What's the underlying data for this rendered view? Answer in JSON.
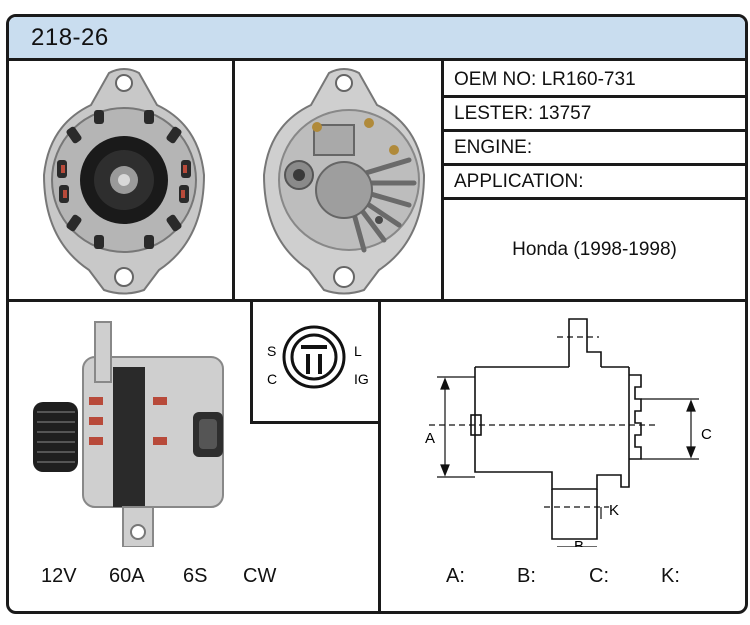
{
  "header": {
    "part_number": "218-26"
  },
  "info": {
    "oem": "OEM NO: LR160-731",
    "lester": "LESTER: 13757",
    "engine": "ENGINE:",
    "application": "APPLICATION:",
    "application_value": "Honda (1998-1998)"
  },
  "specs": {
    "voltage": "12V",
    "amperage": "60A",
    "pulley": "6S",
    "rotation": "CW"
  },
  "connector": {
    "s": "S",
    "l": "L",
    "c": "C",
    "ig": "IG"
  },
  "drawing": {
    "a": "A",
    "b": "B",
    "c": "C",
    "k": "K"
  },
  "dims": {
    "a": "A:",
    "b": "B:",
    "c": "C:",
    "k": "K:"
  }
}
